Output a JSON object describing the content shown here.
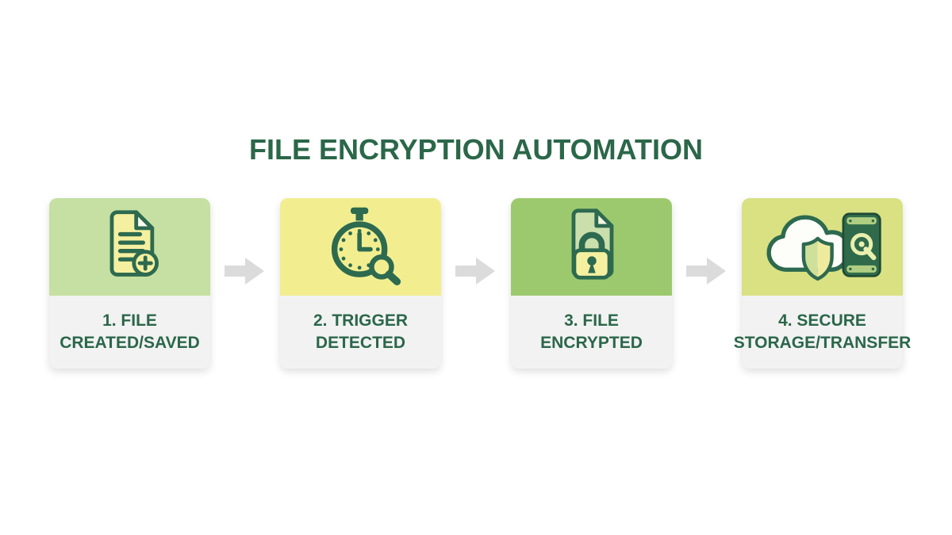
{
  "title": "FILE ENCRYPTION AUTOMATION",
  "steps": [
    {
      "label_line1": "1. FILE",
      "label_line2": "CREATED/SAVED",
      "icon": "document-plus-icon",
      "top_color": "#C5E0A2"
    },
    {
      "label_line1": "2. TRIGGER",
      "label_line2": "DETECTED",
      "icon": "stopwatch-magnifier-icon",
      "top_color": "#F2EE90"
    },
    {
      "label_line1": "3. FILE",
      "label_line2": "ENCRYPTED",
      "icon": "document-lock-icon",
      "top_color": "#9CC96E"
    },
    {
      "label_line1": "4. SECURE",
      "label_line2": "STORAGE/TRANSFER",
      "icon": "cloud-shield-drive-icon",
      "top_color": "#D9E183"
    }
  ],
  "colors": {
    "background": "#FFFFFF",
    "title_text": "#2B6749",
    "step_label_text": "#2B6749",
    "card_bottom_background": "#F2F2F3",
    "arrow_gray": "#DBDBDB",
    "icon_outline_green": "#2D6A4F",
    "icon_fill_yellow": "#F5F0A0"
  }
}
